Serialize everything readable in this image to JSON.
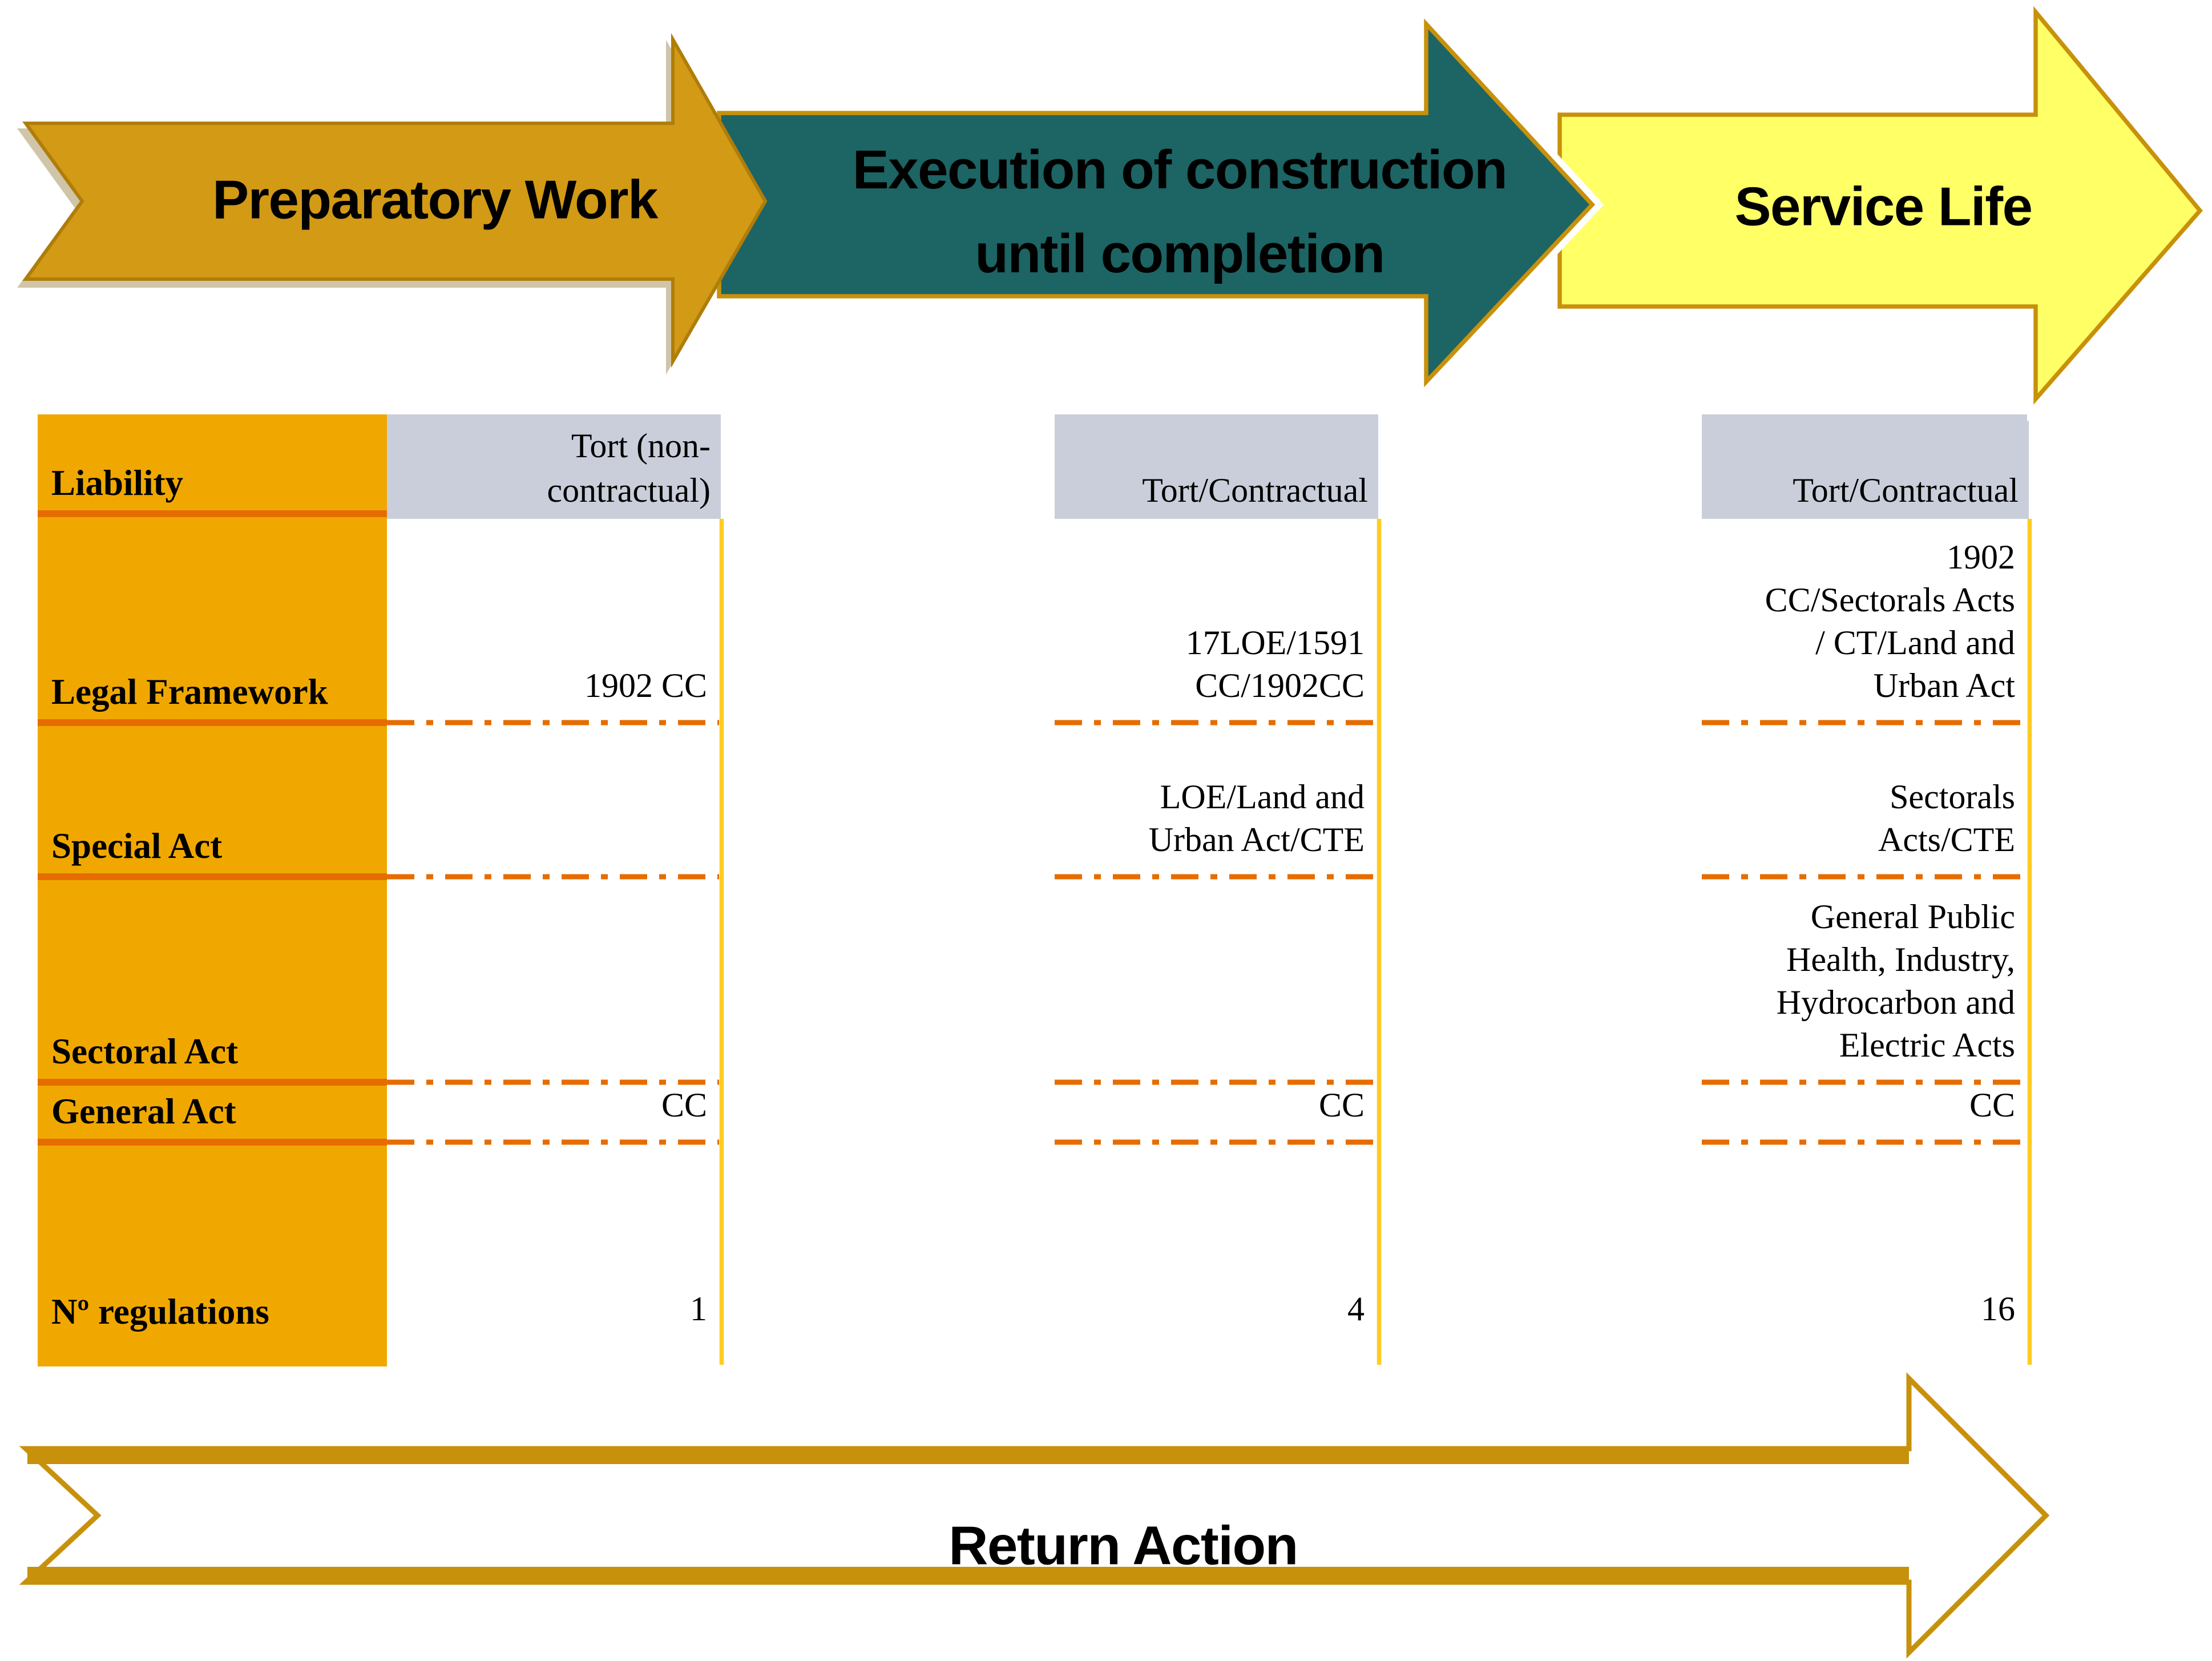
{
  "arrows": {
    "preparatory": "Preparatory Work",
    "execution": "Execution of construction\nuntil completion",
    "service": "Service Life",
    "return_action": "Return Action"
  },
  "table": {
    "row_labels": {
      "liability": "Liability",
      "legal_framework": "Legal Framework",
      "special_act": "Special Act",
      "sectoral_act": "Sectoral Act",
      "general_act": "General Act",
      "regulations": "Nº regulations"
    },
    "columns": [
      {
        "liability": "Tort (non-\ncontractual)",
        "legal_framework": "1902 CC",
        "general_act": "CC",
        "num_regulations": "1"
      },
      {
        "liability": "Tort/Contractual",
        "legal_framework": "17LOE/1591\nCC/1902CC",
        "special_act": "LOE/Land and\nUrban Act/CTE",
        "general_act": "CC",
        "num_regulations": "4"
      },
      {
        "liability": "Tort/Contractual",
        "legal_framework": "1902\nCC/Sectorals Acts\n/ CT/Land and\nUrban Act",
        "special_act": "Sectorals\nActs/CTE",
        "sectoral_act": "General Public\nHealth, Industry,\nHydrocarbon and\nElectric Acts",
        "general_act": "CC",
        "num_regulations": "16"
      }
    ]
  },
  "colors": {
    "arrow_gold": "#D29A15",
    "arrow_gold_border": "#AF7D0A",
    "arrow_teal": "#1D6464",
    "arrow_yellow": "#FFFF66",
    "gold_border": "#C8910B",
    "return_fill": "#FFFFFF",
    "orange_column": "#F0A800",
    "row_line_solid": "#E66C00",
    "row_line_dash": "#E66C00",
    "header_gray": "#C9CEDA",
    "column_line_yellow": "#FFCC22",
    "text": "#000000"
  }
}
